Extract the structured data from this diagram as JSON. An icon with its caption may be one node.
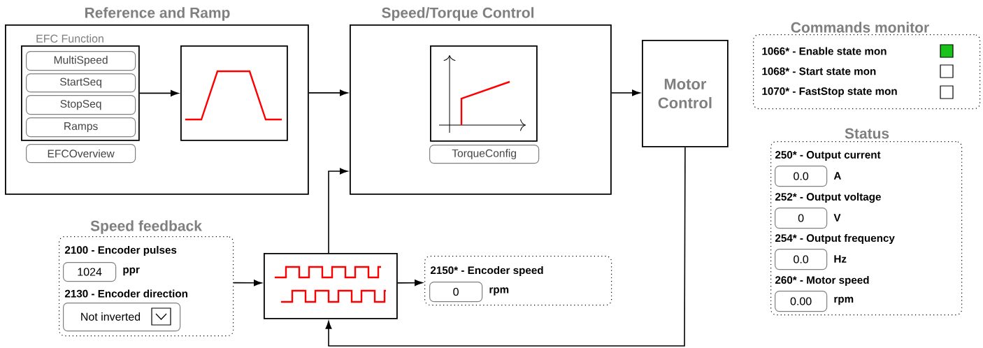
{
  "diagram": {
    "nodes": [
      {
        "text": [
          "Reference and Ramp"
        ]
      },
      {
        "text": [
          "EFC Function"
        ],
        "in": 0
      },
      {
        "text": [
          "MultiSpeed"
        ],
        "in": 1
      },
      {
        "text": [
          "StartSeq"
        ],
        "in": 1
      },
      {
        "text": [
          "StopSeq"
        ],
        "in": 1
      },
      {
        "text": [
          "Ramps"
        ],
        "in": 1
      },
      {
        "text": [
          "EFCOverview"
        ],
        "in": 0
      },
      {
        "text": [],
        "shape": "picture",
        "in": 0
      },
      {
        "text": [
          "Speed/Torque Control"
        ]
      },
      {
        "text": [],
        "shape": "picture",
        "in": 8
      },
      {
        "text": [
          "TorqueConfig"
        ],
        "in": 8
      },
      {
        "text": [
          "Motor Control"
        ]
      },
      {
        "text": [
          "Commands monitor",
          "1066* - Enable state mon",
          "1068* - Start state mon",
          "1070* - FastStop state mon"
        ]
      },
      {
        "text": [
          "Status",
          "250* - Output current",
          "252* - Output voltage",
          "254* - Output frequency",
          "260* - Motor speed"
        ]
      },
      {
        "text": [
          "0.0"
        ],
        "in": 13,
        "beside": [
          "A"
        ]
      },
      {
        "text": [
          "0"
        ],
        "in": 13,
        "beside": [
          "V"
        ]
      },
      {
        "text": [
          "0.0"
        ],
        "in": 13,
        "beside": [
          "Hz"
        ]
      },
      {
        "text": [
          "0.00"
        ],
        "in": 13,
        "beside": [
          "rpm"
        ]
      },
      {
        "text": [
          "Speed feedback",
          "2100 - Encoder pulses",
          "2130 - Encoder direction"
        ]
      },
      {
        "text": [
          "1024"
        ],
        "in": 18,
        "beside": [
          "ppr"
        ]
      },
      {
        "text": [
          "Not inverted"
        ],
        "in": 18
      },
      {
        "text": [],
        "shape": "picture"
      },
      {
        "text": [
          "2150* - Encoder speed"
        ]
      },
      {
        "text": [
          "0"
        ],
        "in": 22,
        "beside": [
          "rpm"
        ]
      }
    ],
    "edges": [
      {
        "from": 1,
        "to": 7,
        "arrow": "to"
      },
      {
        "from": 0,
        "to": 8,
        "arrow": "to"
      },
      {
        "from": 8,
        "to": 11,
        "arrow": "to"
      },
      {
        "from": 11,
        "to": 21,
        "arrow": "to"
      },
      {
        "from": 21,
        "to": 8,
        "arrow": "to"
      },
      {
        "from": 18,
        "to": 21,
        "arrow": "to"
      },
      {
        "from": 21,
        "to": 22,
        "arrow": "to"
      }
    ]
  }
}
